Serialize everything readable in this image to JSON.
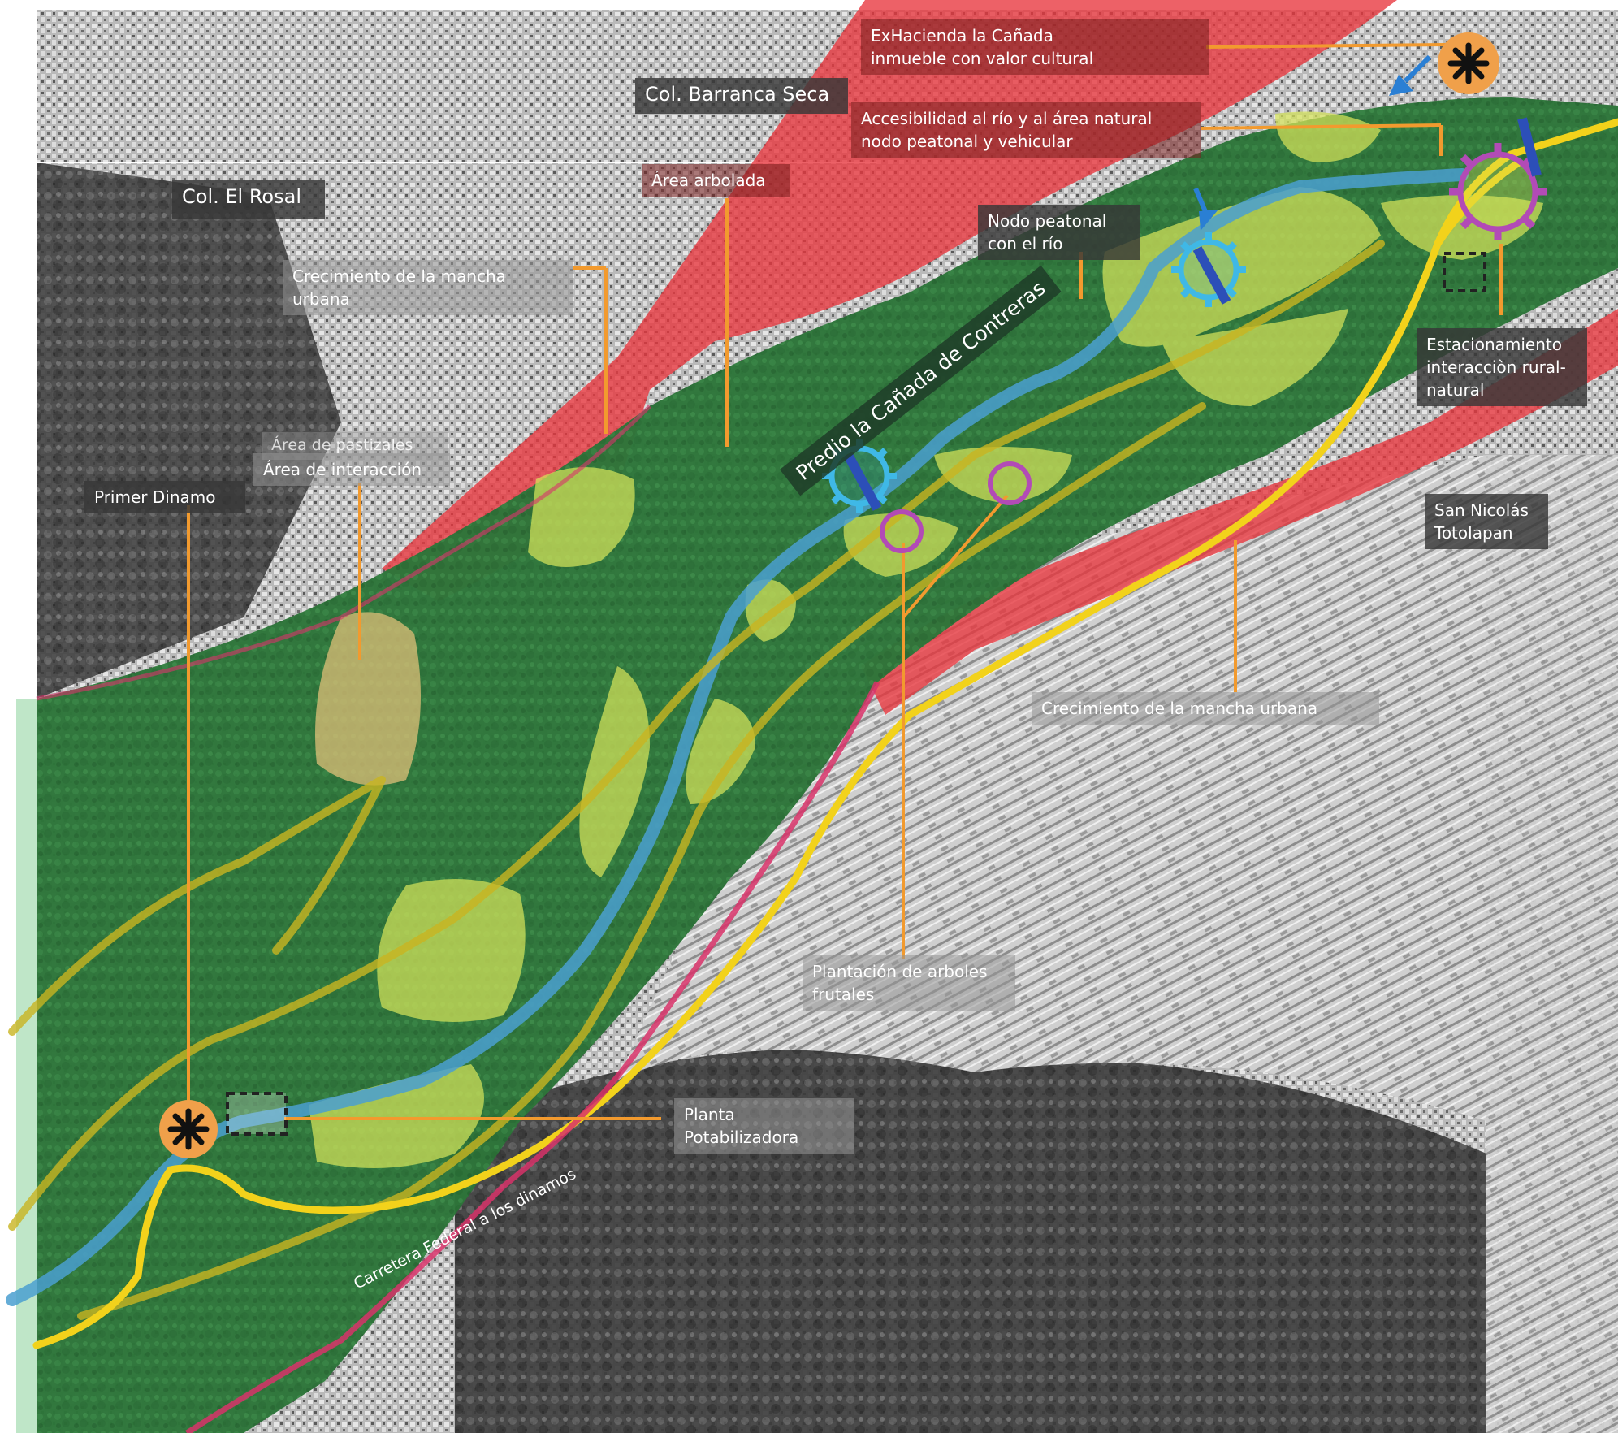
{
  "labels": {
    "exhacienda": "ExHacienda la Cañada\ninmueble con valor cultural",
    "barranca_seca": "Col. Barranca Seca",
    "accesibilidad": "Accesibilidad al río y al área natural\nnodo peatonal y vehicular",
    "area_arbolada": "Área arbolada",
    "el_rosal": "Col. El Rosal",
    "nodo_peatonal": "Nodo peatonal\ncon el río",
    "crecimiento_top": "Crecimiento de la mancha urbana",
    "estacionamiento": "Estacionamiento\ninteracciòn rural-\nnatural",
    "predio": "Predio la Cañada de Contreras",
    "pastizales": "Área de pastizales",
    "area_interaccion": "Área de interacción",
    "primer_dinamo": "Primer Dinamo",
    "san_nicolas": "San Nicolás\nTotolapan",
    "crecimiento_bottom": "Crecimiento de la mancha urbana",
    "plantacion": "Plantación de arboles\nfrutales",
    "planta": "Planta Potabilizadora",
    "carretera": "Carretera Federal a los dinamos"
  },
  "colors": {
    "urban_zone": "#e8343c",
    "natural_area": "#2f7f3f",
    "clearing": "#d6e45a",
    "river": "#4a9fd0",
    "road": "#f2d21b",
    "path": "#c9b521",
    "boundary": "#d8336a",
    "leader": "#f29a2e",
    "node_pedestrian": "#3fb8e6",
    "node_vehicular": "#b24bb6",
    "landmark": "#f0a04a"
  },
  "icons": {
    "landmark": "asterisk-icon",
    "pedestrian_node": "gear-node-icon",
    "vehicular_node": "gear-node-icon",
    "parking": "dashed-rect-icon",
    "fruit_trees": "circle-icon",
    "access_arrow": "arrow-icon"
  }
}
